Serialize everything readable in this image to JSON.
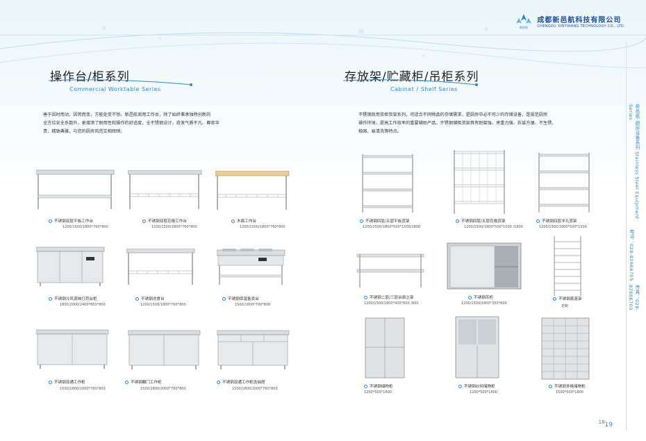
{
  "header": {
    "company_cn": "成都新邑航科技有限公司",
    "company_en": "CHENGDU XINYIHANG TECHNOLOGY CO., LTD.",
    "logo_text": "新邑航"
  },
  "left": {
    "title": "操作台/柜系列",
    "subtitle": "Commercial Worktable Series",
    "intro": [
      "善于因时而动，因势而变，方能处变不惊。新邑航商用工作台，除了始终秉承独特创新的",
      "全方位安全系数外，更增添了耐用性和操作的舒适度，全不锈钢设计，奇发气质不凡、尊崇华",
      "贵、精致典雅，与您的厨房风范交相辉映。"
    ],
    "items": [
      {
        "name": "不锈钢双层平板工作台",
        "spec": "1200/1500/1800*760*800"
      },
      {
        "name": "不锈钢双层花格工作台",
        "spec": "1200/1500/1800*760*800"
      },
      {
        "name": "木面工作台",
        "spec": "1200/1500/1800*760*800"
      },
      {
        "name": "不锈钢冷风调味打荷台柜",
        "spec": "1800/2000/2400*800*800"
      },
      {
        "name": "不锈钢洗食台",
        "spec": "1200/1500/1800*760*800"
      },
      {
        "name": "不锈钢保温售卖台",
        "spec": "1500/1800*700*800"
      },
      {
        "name": "不锈钢双通工作柜",
        "spec": "1500/1800/2000*760*800"
      },
      {
        "name": "不锈钢翻门工作柜",
        "spec": "1500/1800/2000*760*800"
      },
      {
        "name": "不锈钢双通工作柜连抽屉",
        "spec": "1500/1800/2000*760*800"
      }
    ]
  },
  "right": {
    "title": "存放架/贮藏柜/吊柜系列",
    "subtitle": "Cabinet / Shelf Series",
    "intro": [
      "不锈钢商用货柜货架系列，可适合不同物品的存储需求，是厨房中必不可少的存储设备，是规范厨房",
      "操作环境，提高工作效率的重要辅助产品。不锈钢储柜货架具有耐腐蚀、承重力强、拆装方便、不生锈、",
      "稳固、易清洗等特点。"
    ],
    "items": [
      {
        "name": "不锈钢四层/五层平板货架",
        "spec": "1200/1500/1800*500*1500/1800"
      },
      {
        "name": "不锈钢四层/五层花格货架",
        "spec": "1200/1500/1800*500*1500 /1800"
      },
      {
        "name": "不锈钢四层冲孔货架",
        "spec": "1200/1500/1800*500*1500"
      },
      {
        "name": "不锈钢二层/三层台面立架",
        "spec": "1200/1500/1800*400*600 /900"
      },
      {
        "name": "不锈钢吊柜",
        "spec": "1200/1500/1800*350*600"
      },
      {
        "name": "不锈钢蒸笼架",
        "spec": "定制"
      },
      {
        "name": "不锈钢储物柜",
        "spec": "1200*500*1800"
      },
      {
        "name": "不锈钢纱网储物柜",
        "spec": "1200*500*1800"
      },
      {
        "name": "不锈钢多格储物柜",
        "spec": "1500*500*1800"
      }
    ]
  },
  "sidebar": {
    "series": "新邑航·厨房设备系列 Stainless Steel Equipment Series",
    "tel": "电话：028-82666705",
    "fax": "传真：028-82666705"
  },
  "page_numbers": {
    "left": "18",
    "right": "19"
  }
}
